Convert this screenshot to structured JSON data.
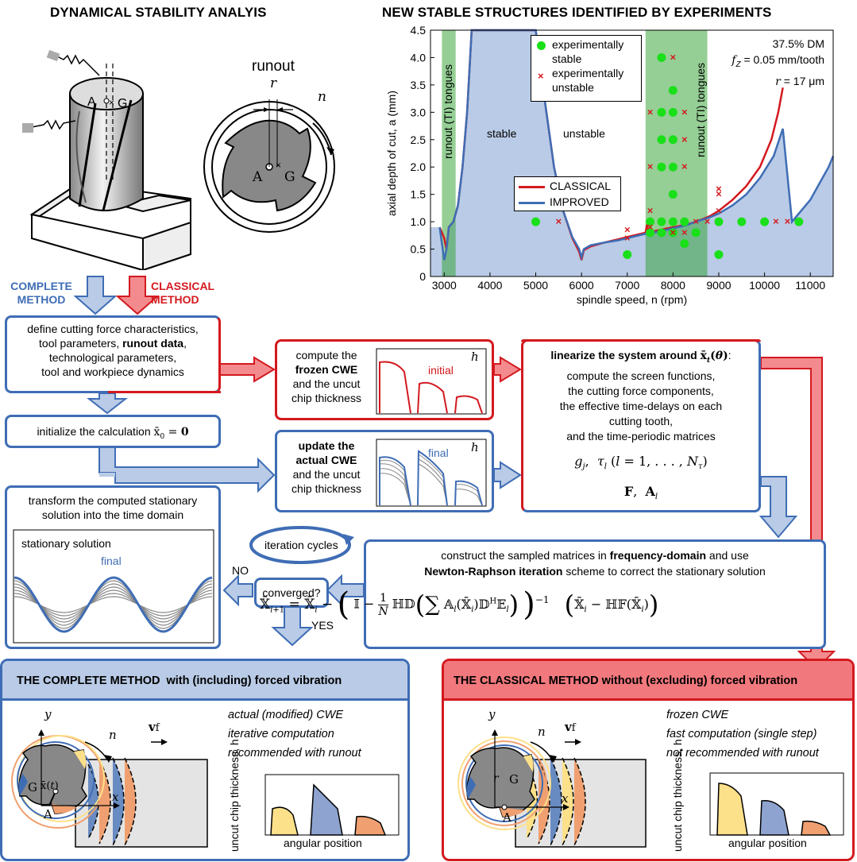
{
  "titles": {
    "left": "DYNAMICAL STABILITY ANALYIS",
    "right": "NEW STABLE STRUCTURES IDENTIFIED BY EXPERIMENTS"
  },
  "tool": {
    "runout_label": "runout",
    "r_label": "r",
    "n_label": "n",
    "A_label": "A",
    "G_label": "G"
  },
  "chart_labels": {
    "stable": "stable",
    "unstable": "unstable",
    "tongue_left": "runout (TI) tongues",
    "tongue_right": "runout (TI) tongues",
    "info_dm": "37.5% DM",
    "info_fz": "= 0.05 mm/tooth",
    "info_r": "= 17 μm"
  },
  "chart_data": {
    "type": "line",
    "xlabel": "spindle speed, n (rpm)",
    "ylabel": "axial depth of cut, a (mm)",
    "xlim": [
      2700,
      11500
    ],
    "ylim": [
      0,
      4.5
    ],
    "xticks": [
      3000,
      4000,
      5000,
      6000,
      7000,
      8000,
      9000,
      10000,
      11000
    ],
    "yticks": [
      0,
      0.5,
      1.0,
      1.5,
      2.0,
      2.5,
      3.0,
      3.5,
      4.0,
      4.5
    ],
    "legend_markers": [
      {
        "name": "experimentally stable",
        "color": "#19e019"
      },
      {
        "name": "experimentally unstable",
        "color": "#d3191f"
      }
    ],
    "series": [
      {
        "name": "CLASSICAL",
        "color": "#d3191f",
        "x": [
          2900,
          3000,
          3050,
          3100,
          3200,
          3300,
          3400,
          3500,
          3600,
          3700,
          3800,
          3900,
          4000,
          4200,
          4400,
          4600,
          4800,
          5000,
          5200,
          5400,
          5600,
          5800,
          5950,
          6000,
          6050,
          6200,
          6500,
          6800,
          7000,
          7200,
          7400,
          7430,
          7460,
          7700,
          8000,
          8300,
          8500,
          8800,
          9000,
          9300,
          9600,
          9900,
          10150,
          10300,
          10400
        ],
        "y": [
          0.9,
          0.7,
          0.5,
          0.9,
          1.0,
          1.3,
          2.0,
          3.0,
          4.5,
          4.5,
          4.5,
          4.5,
          4.5,
          4.5,
          4.5,
          4.5,
          4.5,
          4.5,
          3.2,
          2.0,
          1.2,
          0.7,
          0.45,
          0.3,
          0.48,
          0.55,
          0.62,
          0.68,
          0.72,
          0.76,
          0.8,
          0.95,
          0.8,
          0.85,
          0.9,
          0.95,
          1.0,
          1.1,
          1.2,
          1.4,
          1.65,
          2.0,
          2.5,
          3.0,
          3.45
        ]
      },
      {
        "name": "IMPROVED",
        "color": "#3f6db5",
        "x": [
          2900,
          2950,
          3000,
          3050,
          3100,
          3200,
          3300,
          3400,
          3500,
          3600,
          3700,
          3800,
          4000,
          4400,
          4800,
          5000,
          5200,
          5400,
          5600,
          5800,
          5950,
          6000,
          6050,
          6200,
          6500,
          6800,
          7000,
          7200,
          7400,
          7700,
          8000,
          8300,
          8500,
          8800,
          9000,
          9300,
          9600,
          9900,
          10200,
          10400,
          10600,
          10800,
          11000,
          11200,
          11400,
          11500
        ],
        "y": [
          0.9,
          0.6,
          0.3,
          0.5,
          0.9,
          1.0,
          1.3,
          2.0,
          3.0,
          4.5,
          4.5,
          4.5,
          4.5,
          4.5,
          4.5,
          4.5,
          3.2,
          2.0,
          1.2,
          0.72,
          0.5,
          0.35,
          0.5,
          0.57,
          0.62,
          0.66,
          0.7,
          0.74,
          0.78,
          0.82,
          0.88,
          0.94,
          1.0,
          1.08,
          1.15,
          1.3,
          1.5,
          1.8,
          2.2,
          2.7,
          1.0,
          1.2,
          1.4,
          1.7,
          2.0,
          2.2
        ]
      }
    ],
    "stable_points": {
      "name": "experimentally stable",
      "color": "#19e019",
      "x": [
        5000,
        7000,
        7500,
        7500,
        7750,
        7750,
        7750,
        7750,
        7750,
        7750,
        8000,
        8000,
        8000,
        8000,
        8000,
        8000,
        8000,
        8250,
        8250,
        8500,
        9000,
        9000,
        9500,
        10000,
        10750
      ],
      "y": [
        1.0,
        0.4,
        1.0,
        0.8,
        4.0,
        3.0,
        2.5,
        2.0,
        1.0,
        0.8,
        3.4,
        3.0,
        2.5,
        2.0,
        1.5,
        1.0,
        0.8,
        1.0,
        0.6,
        0.8,
        1.0,
        0.4,
        1.0,
        1.0,
        1.0
      ]
    },
    "unstable_points": {
      "name": "experimentally unstable",
      "color": "#d3191f",
      "x": [
        5500,
        7000,
        7000,
        7500,
        7500,
        7500,
        7500,
        8000,
        8000,
        8250,
        8250,
        8250,
        8250,
        8500,
        8750,
        9000,
        9000,
        9000,
        10250,
        10500
      ],
      "y": [
        1.0,
        0.85,
        0.7,
        3.0,
        2.0,
        1.2,
        0.9,
        4.0,
        0.8,
        3.0,
        2.5,
        2.0,
        0.8,
        1.0,
        1.0,
        1.6,
        1.5,
        1.2,
        1.0,
        1.0
      ]
    }
  },
  "arrows": {
    "complete_method": "COMPLETE\nMETHOD",
    "classical_method": "CLASSICAL\nMETHOD",
    "no": "NO",
    "yes": "YES",
    "iteration": "iteration cycles"
  },
  "boxes": {
    "define_plain_1": "define cutting force characteristics,",
    "define_plain_2": "tool parameters, ",
    "define_bold": "runout data",
    "define_plain_3": ",",
    "define_plain_4": "technological parameters,",
    "define_plain_5": "tool and workpiece dynamics",
    "init_text": "initialize the calculation",
    "frozen_1": "compute the",
    "frozen_bold": "frozen CWE",
    "frozen_2": "and the uncut",
    "frozen_3": "chip thickness",
    "frozen_inset_label": "initial",
    "update_bold_1": "update the",
    "update_bold_2": "actual CWE",
    "update_2": "and the uncut",
    "update_3": "chip thickness",
    "update_inset_label": "final",
    "h_label": "h",
    "linearize_bold": "linearize the system around",
    "linearize_lines": [
      "compute the screen functions,",
      "the cutting force components,",
      "the effective time-delays on each",
      "cutting tooth,",
      "and the time-periodic matrices"
    ],
    "transform_1": "transform the computed stationary",
    "transform_2": "solution into the time domain",
    "stationary_label": "stationary solution",
    "stationary_final": "final",
    "converged": "converged?",
    "newton_1": "construct the sampled matrices in ",
    "newton_bold_1": "frequency-domain",
    "newton_2": " and use",
    "newton_bold_2": "Newton-Raphson iteration",
    "newton_3": " scheme to correct the stationary solution"
  },
  "complete_panel": {
    "title": "THE COMPLETE METHOD  with (including) forced vibration",
    "desc": [
      "actual (modified) CWE",
      "iterative computation",
      "recommended with runout"
    ],
    "ylabel": "uncut chip thickness, h",
    "xlabel": "angular position",
    "y_axis": "y",
    "x_axis": "x",
    "n": "n",
    "vf": "v",
    "G": "G",
    "A": "A",
    "xt": "x(t)"
  },
  "classical_panel": {
    "title": "THE CLASSICAL METHOD without (excluding) forced vibration",
    "desc": [
      "frozen CWE",
      "fast computation (single step)",
      "not recommended with runout"
    ],
    "ylabel": "uncut chip thickness, h",
    "xlabel": "angular position",
    "y_axis": "y",
    "x_axis": "x",
    "n": "n",
    "vf": "v",
    "G": "G",
    "A": "A",
    "r": "r"
  },
  "colors": {
    "blue": "#3f6db5",
    "red": "#d3191f",
    "lightblue": "#b9cbe6",
    "green": "#19e019",
    "yellow": "#fde08a",
    "orange": "#f0a070"
  }
}
